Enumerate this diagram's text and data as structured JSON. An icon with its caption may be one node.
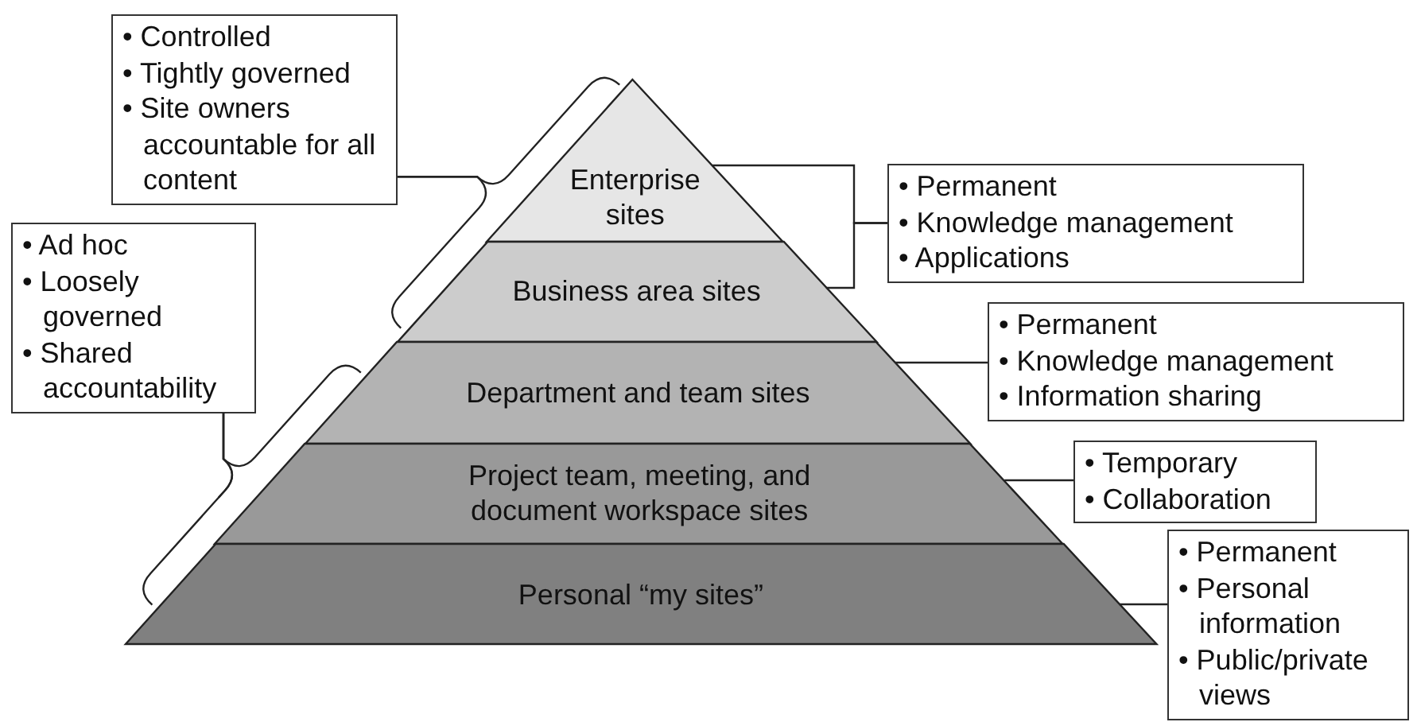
{
  "diagram": {
    "nodes": [
      {
        "text": [
          "Enterprise sites"
        ]
      },
      {
        "text": [
          "Business area sites"
        ]
      },
      {
        "text": [
          "Department and team sites"
        ]
      },
      {
        "text": [
          "Project team, meeting, and document workspace sites"
        ]
      },
      {
        "text": [
          "Personal “my sites”"
        ]
      },
      {
        "text": [
          "• Controlled",
          "• Tightly governed",
          "• Site owners accountable for all content"
        ]
      },
      {
        "text": [
          "• Ad hoc",
          "• Loosely governed",
          "• Shared accountability"
        ]
      },
      {
        "text": [
          "• Permanent",
          "• Knowledge management",
          "• Applications"
        ]
      },
      {
        "text": [
          "• Permanent",
          "• Knowledge management",
          "• Information sharing"
        ]
      },
      {
        "text": [
          "• Temporary",
          "• Collaboration"
        ]
      },
      {
        "text": [
          "• Permanent",
          "• Personal information",
          "• Public/private views"
        ]
      }
    ],
    "edges": [
      {
        "from": 5,
        "to": 0,
        "arrow": "none"
      },
      {
        "from": 5,
        "to": 1,
        "arrow": "none"
      },
      {
        "from": 6,
        "to": 2,
        "arrow": "none"
      },
      {
        "from": 6,
        "to": 3,
        "arrow": "none"
      },
      {
        "from": 6,
        "to": 4,
        "arrow": "none"
      },
      {
        "from": 7,
        "to": 0,
        "arrow": "none"
      },
      {
        "from": 7,
        "to": 1,
        "arrow": "none"
      },
      {
        "from": 8,
        "to": 2,
        "arrow": "none"
      },
      {
        "from": 9,
        "to": 3,
        "arrow": "none"
      },
      {
        "from": 10,
        "to": 4,
        "arrow": "none"
      }
    ]
  }
}
